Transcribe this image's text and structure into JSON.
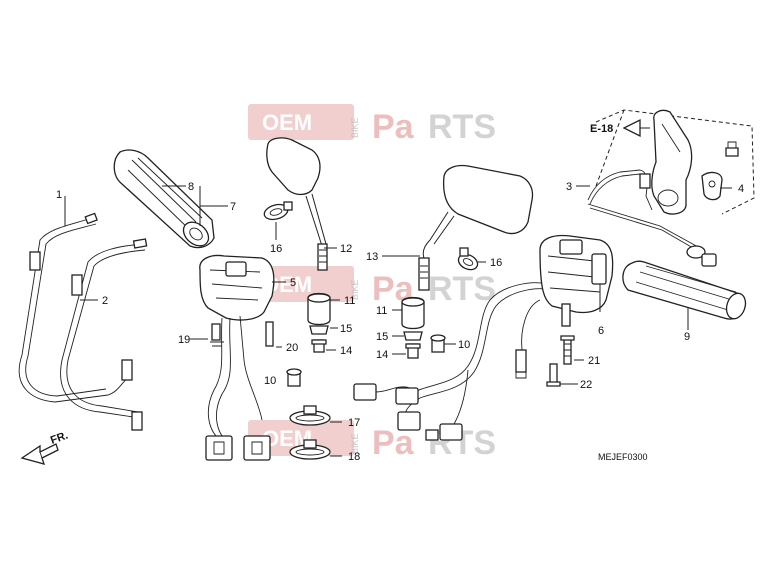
{
  "diagram": {
    "code": "MEJEF0300",
    "front_arrow": "FR.",
    "reference": "E-18",
    "watermark": {
      "brand": "OEM",
      "middle": "BIKE",
      "pa": "Pa",
      "rts": "RTS"
    },
    "callouts": {
      "c1": "1",
      "c2": "2",
      "c3": "3",
      "c4": "4",
      "c5": "5",
      "c6": "6",
      "c7": "7",
      "c8": "8",
      "c9": "9",
      "c10a": "10",
      "c10b": "10",
      "c11a": "11",
      "c11b": "11",
      "c12": "12",
      "c13": "13",
      "c14a": "14",
      "c14b": "14",
      "c15a": "15",
      "c15b": "15",
      "c16a": "16",
      "c16b": "16",
      "c17": "17",
      "c18": "18",
      "c19": "19",
      "c20": "20",
      "c21": "21",
      "c22": "22"
    }
  }
}
